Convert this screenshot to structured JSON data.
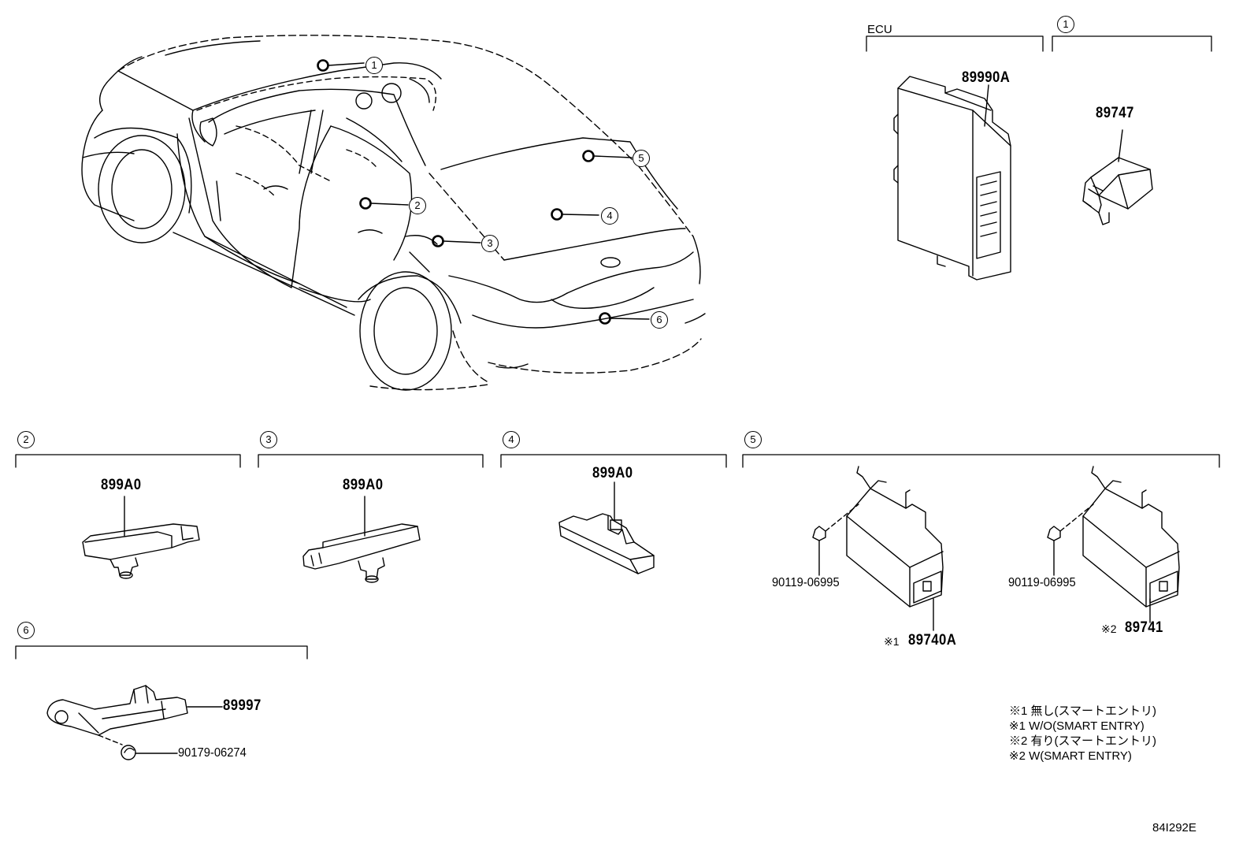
{
  "header": {
    "ecu_label": "ECU"
  },
  "callouts": [
    "1",
    "2",
    "3",
    "4",
    "5",
    "6"
  ],
  "parts": {
    "ecu_main": "89990A",
    "sec1_part": "89747",
    "sec2_part": "899A0",
    "sec3_part": "899A0",
    "sec4_part": "899A0",
    "sec5_bolt_left": "90119-06995",
    "sec5_bolt_right": "90119-06995",
    "sec5_part_a": "89740A",
    "sec5_part_a_mark": "※1",
    "sec5_part_b": "89741",
    "sec5_part_b_mark": "※2",
    "sec6_part": "89997",
    "sec6_clip": "90179-06274"
  },
  "notes": [
    "※1 無し(スマートエントリ)",
    "※1 W/O(SMART ENTRY)",
    "※2 有り(スマートエントリ)",
    "※2 W(SMART ENTRY)"
  ],
  "diagram_code": "84I292E"
}
